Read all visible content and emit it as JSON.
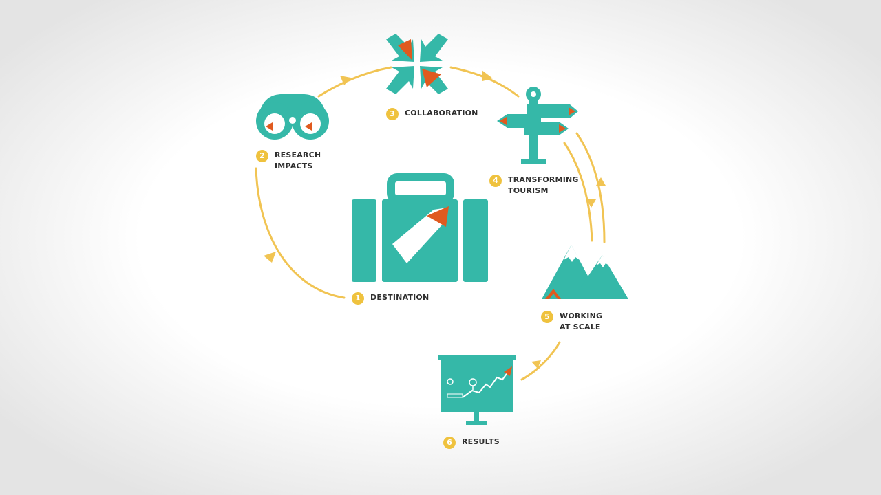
{
  "colors": {
    "teal": "#35b8a8",
    "orange": "#e05a1f",
    "yellow": "#efc23e",
    "text": "#2f2f2f"
  },
  "steps": [
    {
      "number": "1",
      "lines": [
        "DESTINATION"
      ],
      "icon": "suitcase-icon"
    },
    {
      "number": "2",
      "lines": [
        "RESEARCH",
        "IMPACTS"
      ],
      "icon": "binoculars-icon"
    },
    {
      "number": "3",
      "lines": [
        "COLLABORATION"
      ],
      "icon": "converging-arrows-icon"
    },
    {
      "number": "4",
      "lines": [
        "TRANSFORMING",
        "TOURISM"
      ],
      "icon": "signpost-icon"
    },
    {
      "number": "5",
      "lines": [
        "WORKING",
        "AT SCALE"
      ],
      "icon": "mountains-icon"
    },
    {
      "number": "6",
      "lines": [
        "RESULTS"
      ],
      "icon": "presentation-board-icon"
    }
  ]
}
